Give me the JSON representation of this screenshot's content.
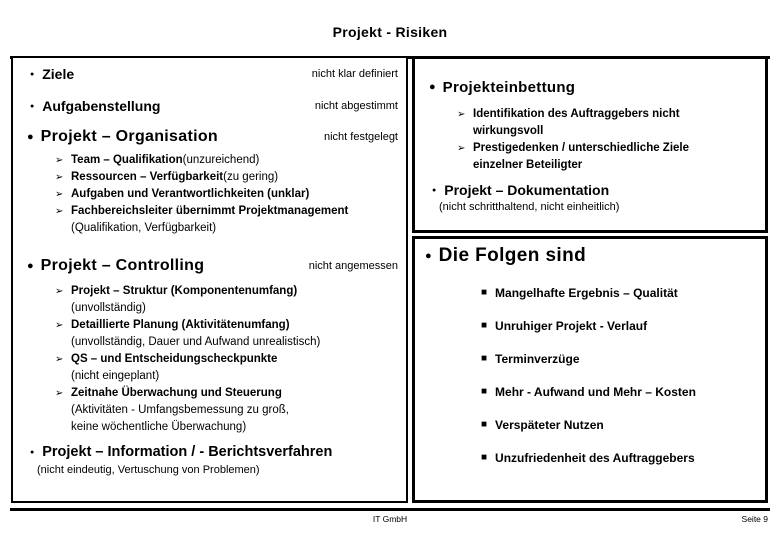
{
  "slide": {
    "title": "Projekt - Risiken"
  },
  "icons": {
    "dot": "●",
    "arrow": "➢",
    "square": "■"
  },
  "left": {
    "ziele": {
      "label": "Ziele",
      "note": "nicht klar definiert"
    },
    "aufgabenstellung": {
      "label": "Aufgabenstellung",
      "note": "nicht abgestimmt"
    },
    "organisation": {
      "label": "Projekt – Organisation",
      "note": "nicht festgelegt",
      "subs": [
        {
          "bold": "Team – Qualifikation",
          "rest": " (unzureichend)"
        },
        {
          "bold": "Ressourcen – Verfügbarkeit",
          "rest": " (zu gering)"
        },
        {
          "bold": "Aufgaben und Verantwortlichkeiten (unklar)",
          "rest": ""
        },
        {
          "bold": "Fachbereichsleiter übernimmt Projektmanagement",
          "rest": ""
        }
      ],
      "cont": "(Qualifikation, Verfügbarkeit)"
    },
    "controlling": {
      "label": "Projekt – Controlling",
      "note": "nicht angemessen",
      "subs": [
        {
          "bold": "Projekt – Struktur (Komponentenumfang)",
          "line2": "(unvollständig)"
        },
        {
          "bold": "Detaillierte Planung (Aktivitätenumfang)",
          "line2": "(unvollständig, Dauer und Aufwand unrealistisch)"
        },
        {
          "bold": "QS – und Entscheidungscheckpunkte",
          "line2": "(nicht eingeplant)"
        },
        {
          "bold": "Zeitnahe Überwachung und Steuerung",
          "line2": "(Aktivitäten - Umfangsbemessung zu groß,",
          "line3": "keine wöchentliche Überwachung)"
        }
      ]
    },
    "information": {
      "label": "Projekt – Information / - Berichtsverfahren",
      "sub": "(nicht eindeutig, Vertuschung von Problemen)"
    }
  },
  "right_top": {
    "einbettung": {
      "label": "Projekteinbettung",
      "subs": [
        {
          "line1": "Identifikation des Auftraggebers nicht",
          "line2": "wirkungsvoll"
        },
        {
          "line1": "Prestigedenken / unterschiedliche Ziele",
          "line2": "einzelner Beteiligter"
        }
      ]
    },
    "dokumentation": {
      "label": "Projekt – Dokumentation",
      "sub": "(nicht schritthaltend, nicht einheitlich)"
    }
  },
  "right_bottom": {
    "heading": "Die Folgen sind",
    "items": [
      "Mangelhafte Ergebnis – Qualität",
      "Unruhiger Projekt - Verlauf",
      "Terminverzüge",
      "Mehr - Aufwand und Mehr – Kosten",
      "Verspäteter Nutzen",
      "Unzufriedenheit des Auftraggebers"
    ]
  },
  "footer": {
    "company": "IT GmbH",
    "page": "Seite 9"
  }
}
